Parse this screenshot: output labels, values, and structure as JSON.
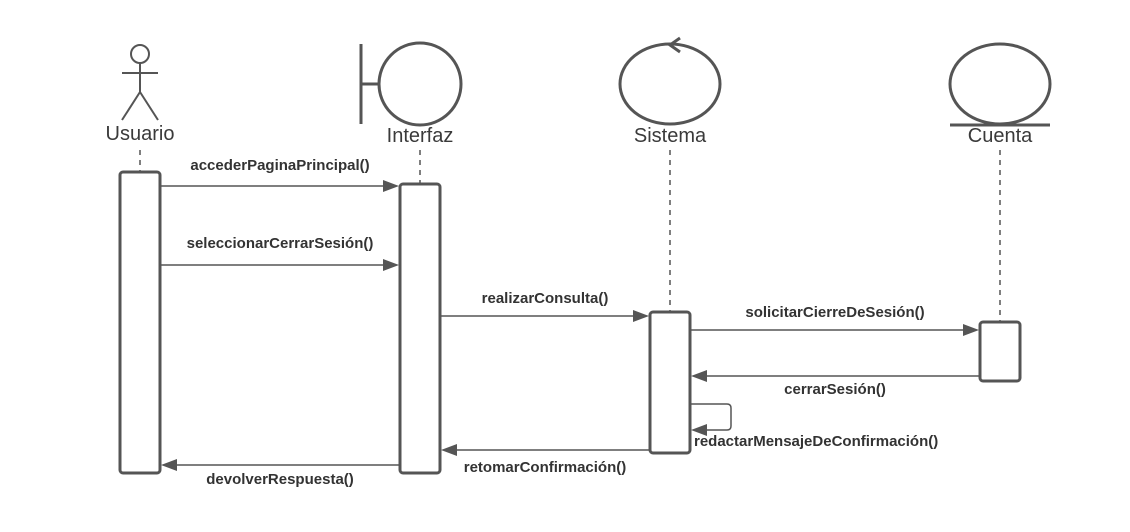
{
  "participants": [
    {
      "id": "usuario",
      "type": "actor",
      "label": "Usuario"
    },
    {
      "id": "interfaz",
      "type": "boundary",
      "label": "Interfaz"
    },
    {
      "id": "sistema",
      "type": "control",
      "label": "Sistema"
    },
    {
      "id": "cuenta",
      "type": "entity",
      "label": "Cuenta"
    }
  ],
  "messages": [
    {
      "id": "m1",
      "from": "usuario",
      "to": "interfaz",
      "label": "accederPaginaPrincipal()"
    },
    {
      "id": "m2",
      "from": "usuario",
      "to": "interfaz",
      "label": "seleccionarCerrarSesión()"
    },
    {
      "id": "m3",
      "from": "interfaz",
      "to": "sistema",
      "label": "realizarConsulta()"
    },
    {
      "id": "m4",
      "from": "sistema",
      "to": "cuenta",
      "label": "solicitarCierreDeSesión()"
    },
    {
      "id": "m5",
      "from": "cuenta",
      "to": "sistema",
      "label": "cerrarSesión()"
    },
    {
      "id": "m6",
      "from": "sistema",
      "to": "sistema",
      "label": "redactarMensajeDeConfirmación()"
    },
    {
      "id": "m7",
      "from": "sistema",
      "to": "interfaz",
      "label": "retomarConfirmación()"
    },
    {
      "id": "m8",
      "from": "interfaz",
      "to": "usuario",
      "label": "devolverRespuesta()"
    }
  ],
  "colors": {
    "line": "#555555",
    "text": "#333333",
    "background": "#ffffff"
  }
}
